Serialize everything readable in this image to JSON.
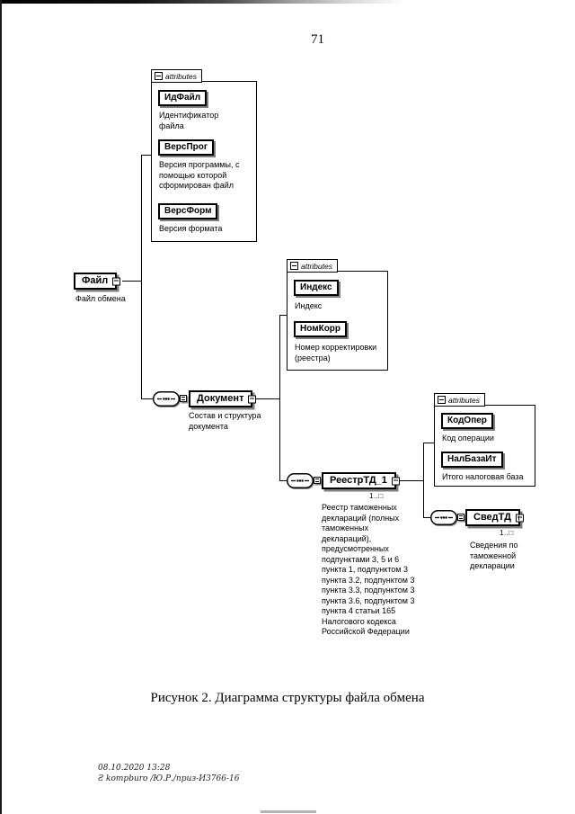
{
  "page": {
    "number": "71",
    "caption": "Рисунок 2. Диаграмма структуры файла обмена",
    "footer": {
      "line1": "08.10.2020 13:28",
      "line2": "Ƨ kompburo /Ю.Р./приз-И3766-16"
    }
  },
  "diagram": {
    "attributes_label": "attributes",
    "file": {
      "name": "Файл",
      "description": "Файл обмена"
    },
    "file_attributes": [
      {
        "name": "ИдФайл",
        "description": "Идентификатор файла"
      },
      {
        "name": "ВерсПрог",
        "description": "Версия программы, с помощью которой сформирован файл"
      },
      {
        "name": "ВерсФорм",
        "description": "Версия формата"
      }
    ],
    "document": {
      "name": "Документ",
      "description": "Состав и структура документа"
    },
    "document_attributes": [
      {
        "name": "Индекс",
        "description": "Индекс"
      },
      {
        "name": "НомКорр",
        "description": "Номер корректировки (реестра)"
      }
    ],
    "reestr": {
      "name": "РеестрТД_1",
      "cardinality": "1..□",
      "description": "Реестр таможенных деклараций (полных таможенных деклараций), предусмотренных подпунктами 3, 5 и 6 пункта 1, подпунктом 3 пункта 3.2, подпунктом 3 пункта 3.3, подпунктом 3 пункта 3.6, подпунктом 3 пункта 4 статьи 165 Налогового кодекса Российской Федерации"
    },
    "reestr_attributes": [
      {
        "name": "КодОпер",
        "description": "Код операции"
      },
      {
        "name": "НалБазаИт",
        "description": "Итого налоговая база"
      }
    ],
    "svedtd": {
      "name": "СведТД",
      "cardinality": "1..□",
      "description": "Сведения по таможенной декларации"
    }
  }
}
